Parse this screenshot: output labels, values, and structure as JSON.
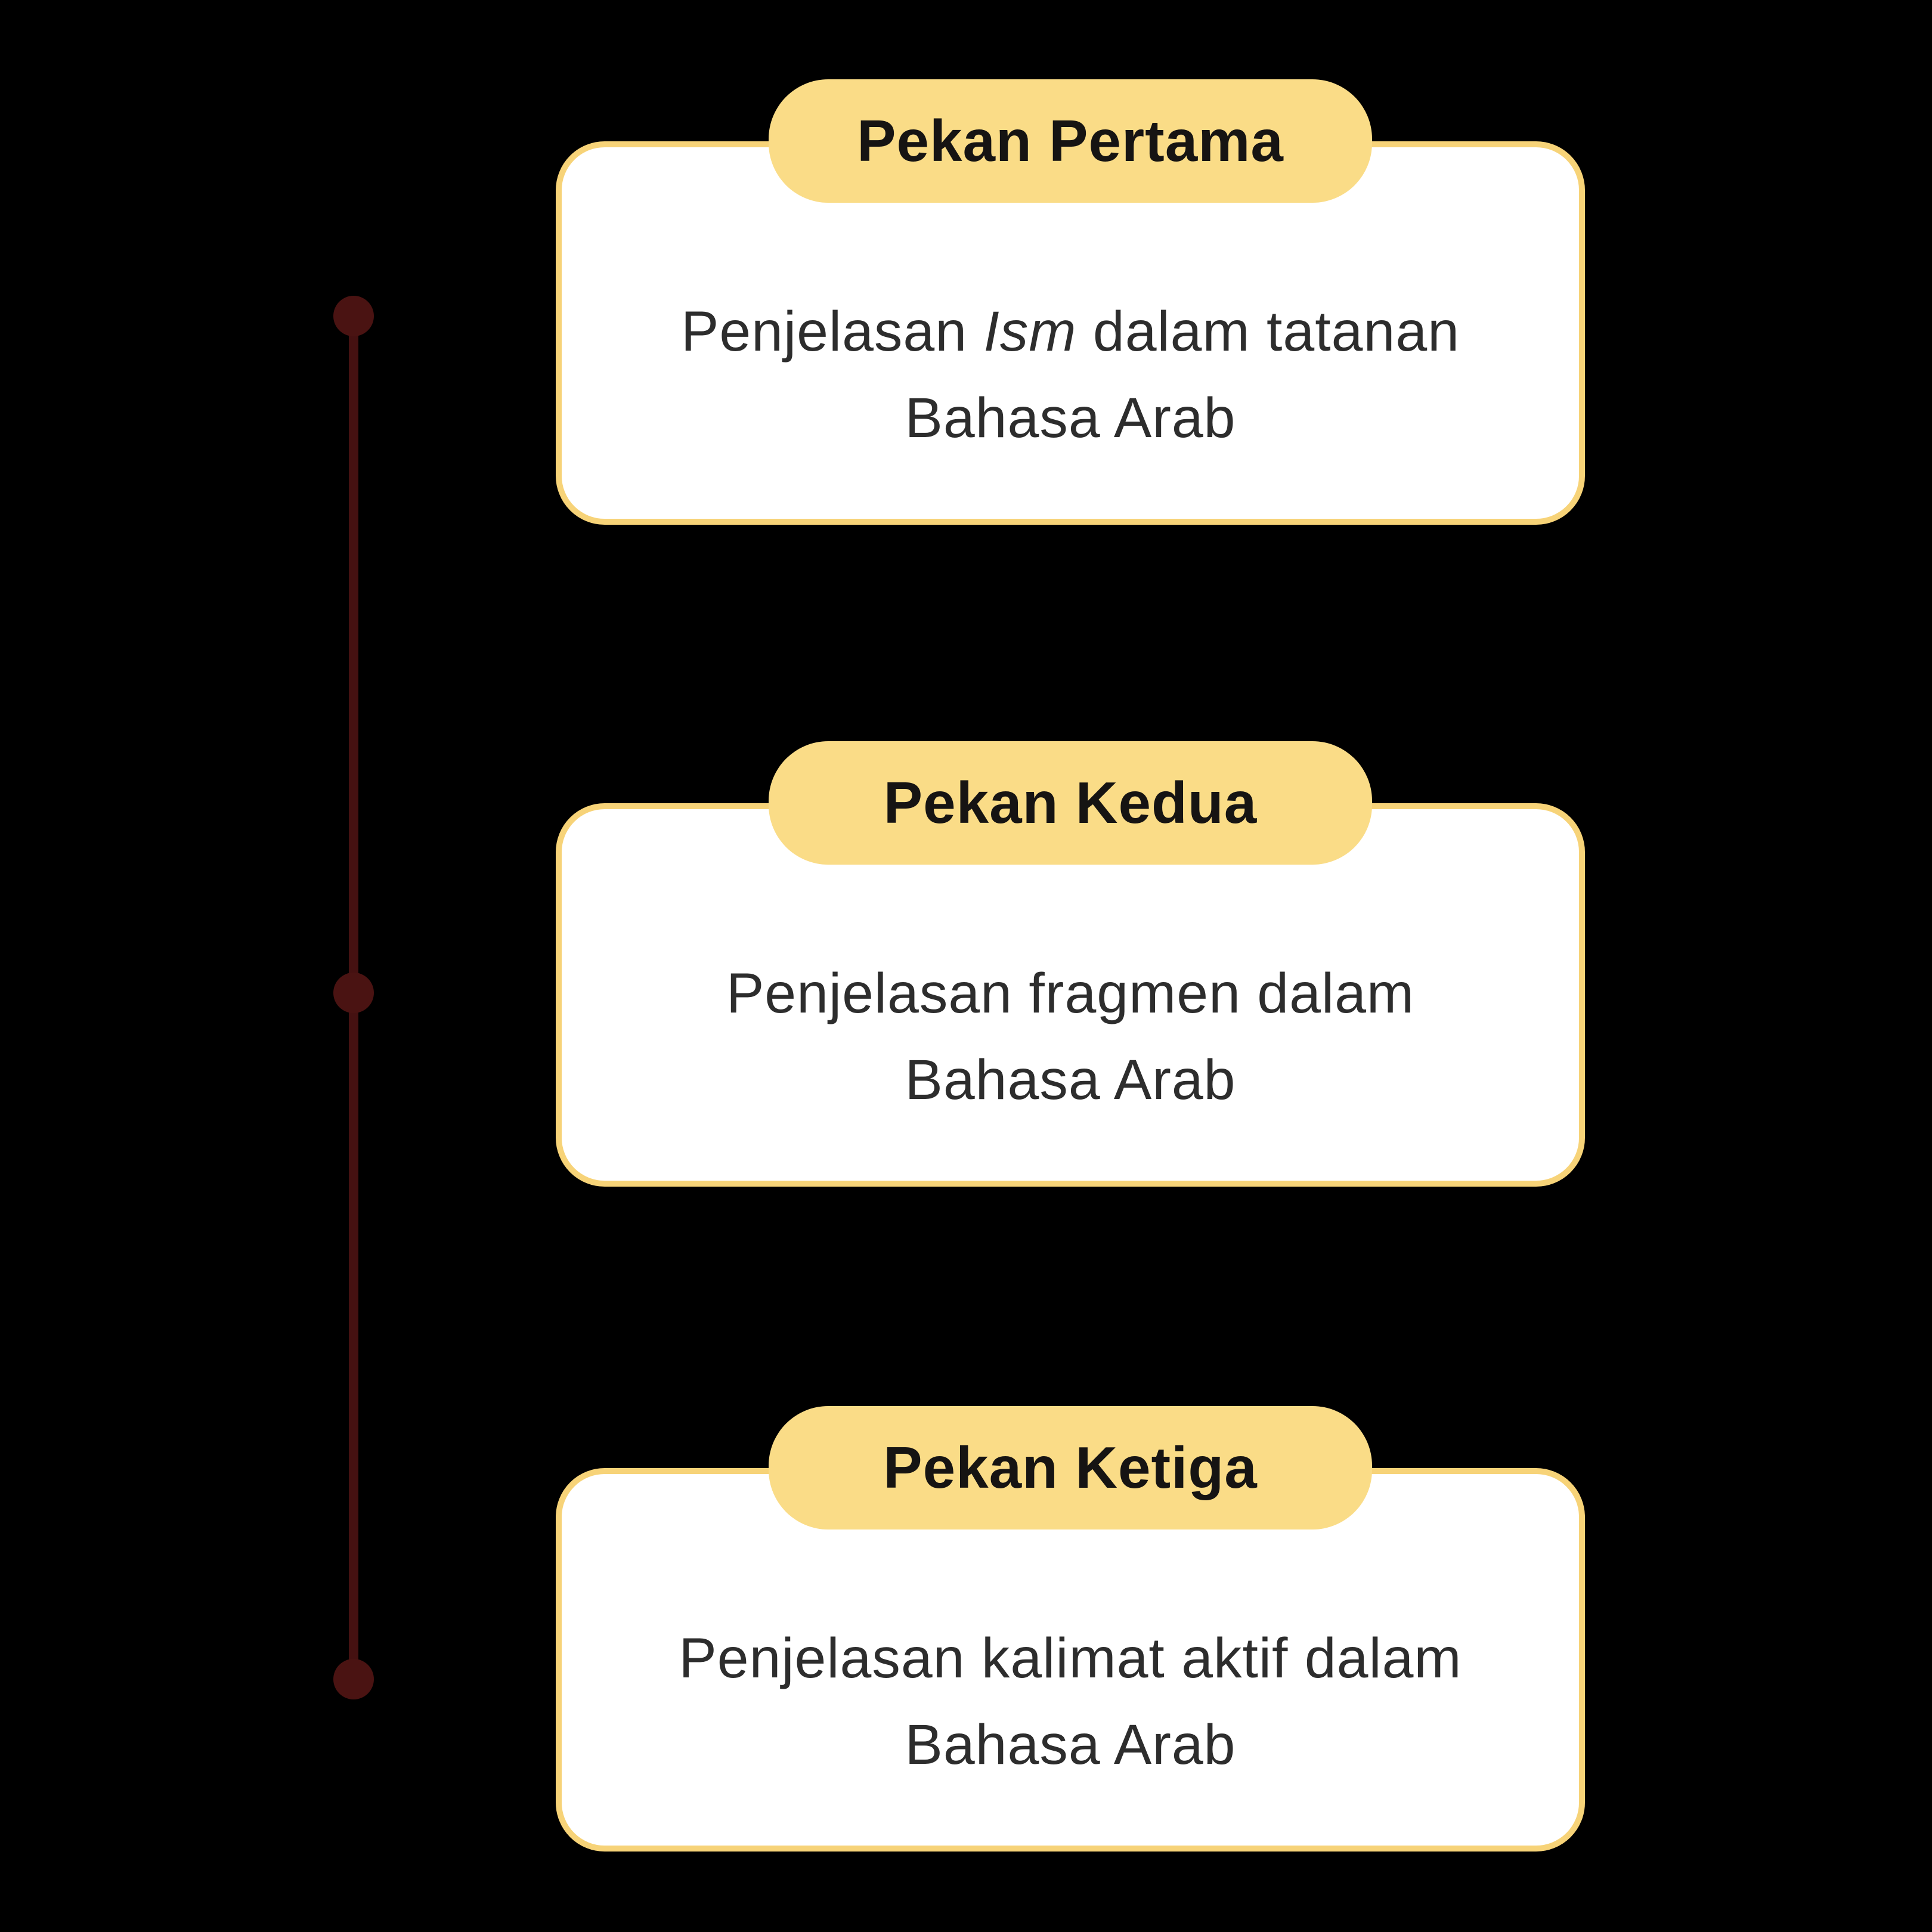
{
  "colors": {
    "background": "#000000",
    "card_fill": "#ffffff",
    "card_border_yellow": "#f7d378",
    "pill_yellow": "#fadc87",
    "timeline_maroon": "#4a1312",
    "header_text": "#161413",
    "body_text": "#2d2d2d"
  },
  "timeline": {
    "dot_count": 3
  },
  "cards": [
    {
      "header": "Pekan Pertama",
      "body": {
        "line1_before": "Penjelasan ",
        "line1_italic": "Ism",
        "line1_after": " dalam tatanan",
        "line2": "Bahasa Arab"
      }
    },
    {
      "header": "Pekan Kedua",
      "body": {
        "line1_before": "Penjelasan fragmen dalam",
        "line1_italic": "",
        "line1_after": "",
        "line2": "Bahasa Arab"
      }
    },
    {
      "header": "Pekan Ketiga",
      "body": {
        "line1_before": "Penjelasan kalimat aktif dalam",
        "line1_italic": "",
        "line1_after": "",
        "line2": "Bahasa Arab"
      }
    }
  ]
}
